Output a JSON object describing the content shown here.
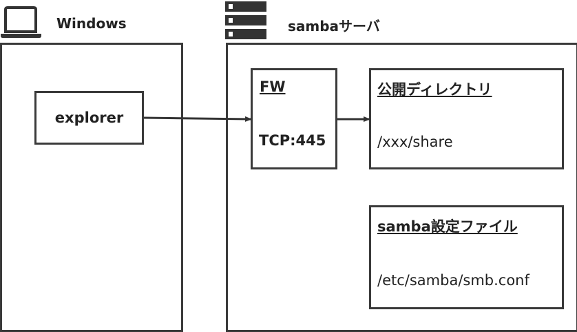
{
  "windows": {
    "title": "Windows",
    "icon": "laptop-icon",
    "explorer_label": "explorer"
  },
  "server": {
    "title": "sambaサーバ",
    "icon": "server-icon",
    "fw": {
      "title": "FW",
      "port": "TCP:445"
    },
    "share": {
      "title": "公開ディレクトリ",
      "path": "/xxx/share"
    },
    "config": {
      "title": "samba設定ファイル",
      "path": "/etc/samba/smb.conf"
    }
  },
  "colors": {
    "border": "#3a3a3a",
    "icon": "#333333",
    "text": "#222222"
  }
}
